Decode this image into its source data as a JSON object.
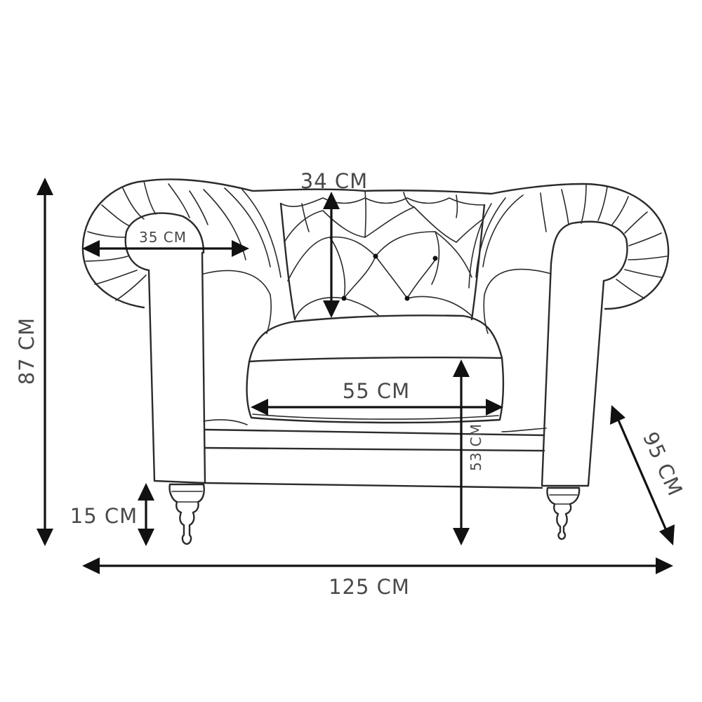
{
  "dimensions": {
    "total_height": "87 CM",
    "backrest_height": "34 CM",
    "armrest_width": "35 CM",
    "seat_width": "55 CM",
    "seat_height": "53 CM",
    "leg_height": "15 CM",
    "depth": "95 CM",
    "total_width": "125 CM"
  }
}
